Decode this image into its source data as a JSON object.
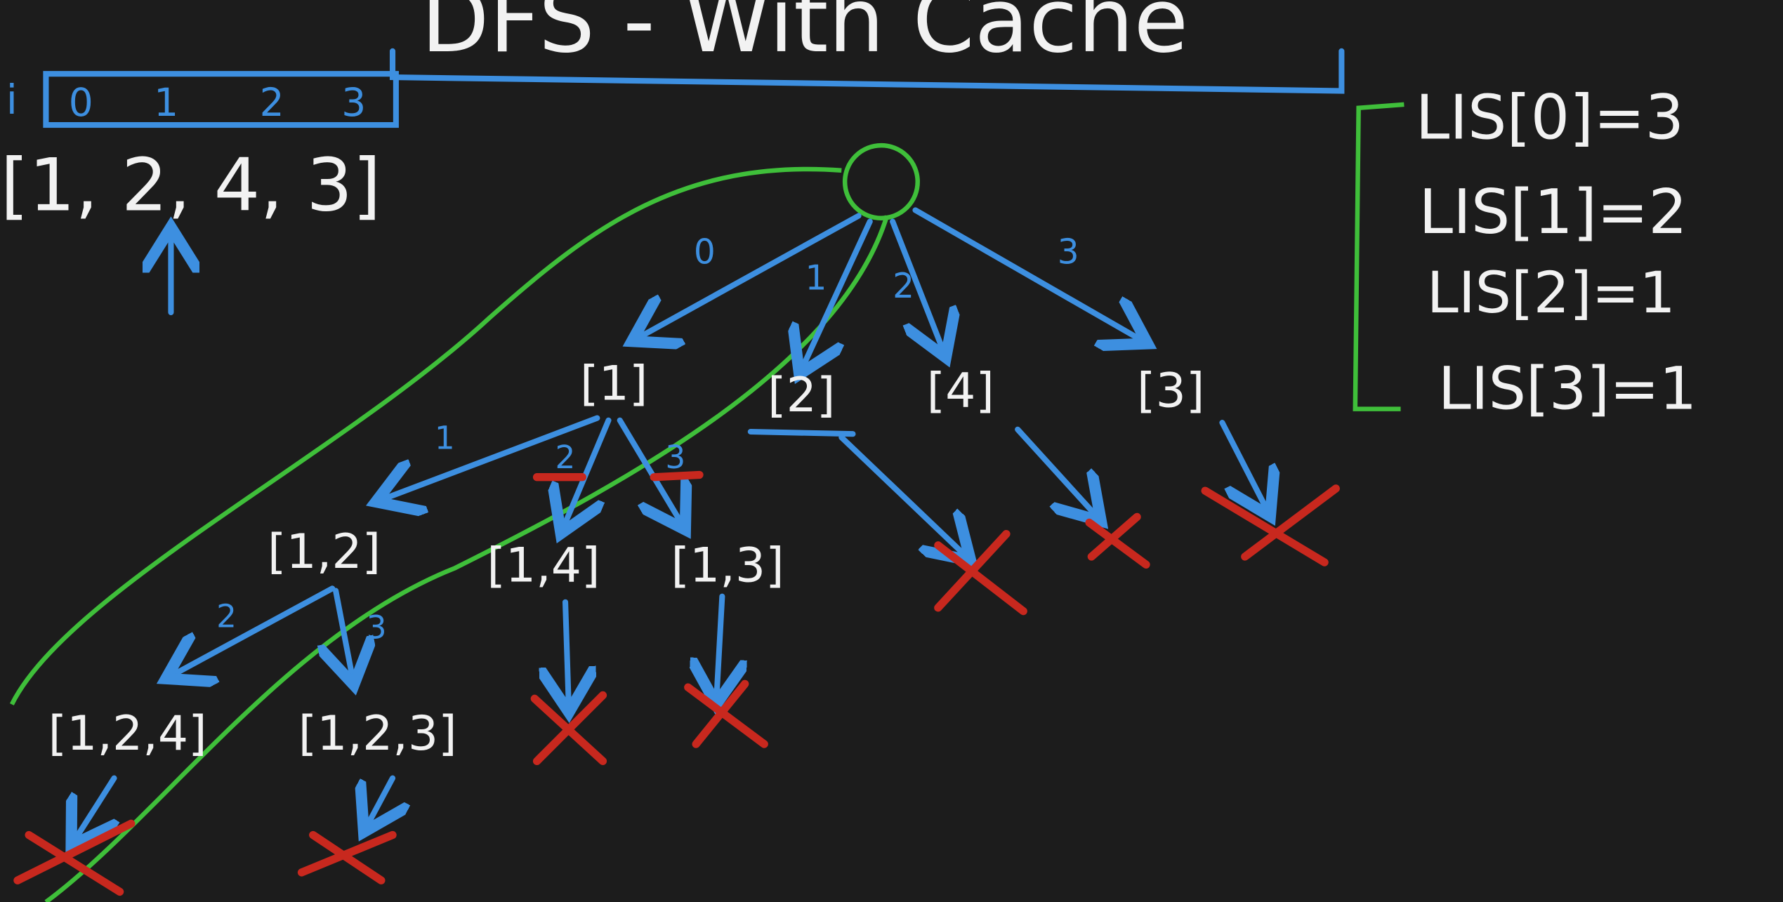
{
  "title": "DFS - With Cache",
  "index_row": {
    "label": "i",
    "indices": [
      "0",
      "1",
      "2",
      "3"
    ]
  },
  "array": "[1, 2, 4, 3]",
  "root_edges": [
    "0",
    "1",
    "2",
    "3"
  ],
  "level1": [
    "[1]",
    "[2]",
    "[4]",
    "[3]"
  ],
  "level1_edges": [
    "1",
    "2",
    "3"
  ],
  "level2": [
    "[1,2]",
    "[1,4]",
    "[1,3]"
  ],
  "level2_edges": [
    "2",
    "3"
  ],
  "level3": [
    "[1,2,4]",
    "[1,2,3]"
  ],
  "cache": [
    "LIS[0]=3",
    "LIS[1]=2",
    "LIS[2]=1",
    "LIS[3]=1"
  ],
  "colors": {
    "background": "#1c1c1c",
    "chalk": "#f2f2f2",
    "blue": "#3d8fe0",
    "red": "#c8281e",
    "green": "#3fbf3a"
  }
}
